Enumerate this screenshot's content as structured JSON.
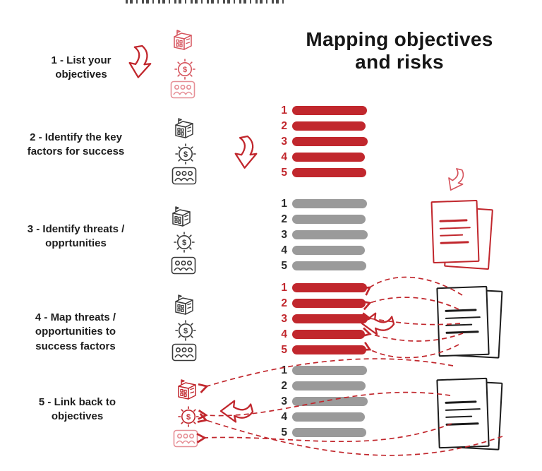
{
  "page": {
    "title": "Mapping objectives\nand risks"
  },
  "steps": [
    {
      "label": "1 - List your\nobjectives"
    },
    {
      "label": "2 - Identify the key\nfactors for success"
    },
    {
      "label": "3 - Identify threats /\nopprtunities"
    },
    {
      "label": "4 - Map threats /\nopportunities to\nsuccess factors"
    },
    {
      "label": "5 - Link back to\nobjectives"
    }
  ],
  "coin_symbol": "$",
  "bar_lists": [
    {
      "name": "key-success-factors",
      "style": "red",
      "items": [
        "1",
        "2",
        "3",
        "4",
        "5"
      ]
    },
    {
      "name": "threats-opportunities",
      "style": "grey",
      "items": [
        "1",
        "2",
        "3",
        "4",
        "5"
      ]
    },
    {
      "name": "threats-mapped-to-factors",
      "style": "red",
      "items": [
        "1",
        "2",
        "3",
        "4",
        "5"
      ]
    },
    {
      "name": "link-back-to-objectives",
      "style": "grey",
      "items": [
        "1",
        "2",
        "3",
        "4",
        "5"
      ]
    }
  ],
  "colors": {
    "red": "#c1272d",
    "light_red": "#e68f96",
    "grey_bar": "#9a9a9a",
    "ink": "#1e1e1e"
  }
}
